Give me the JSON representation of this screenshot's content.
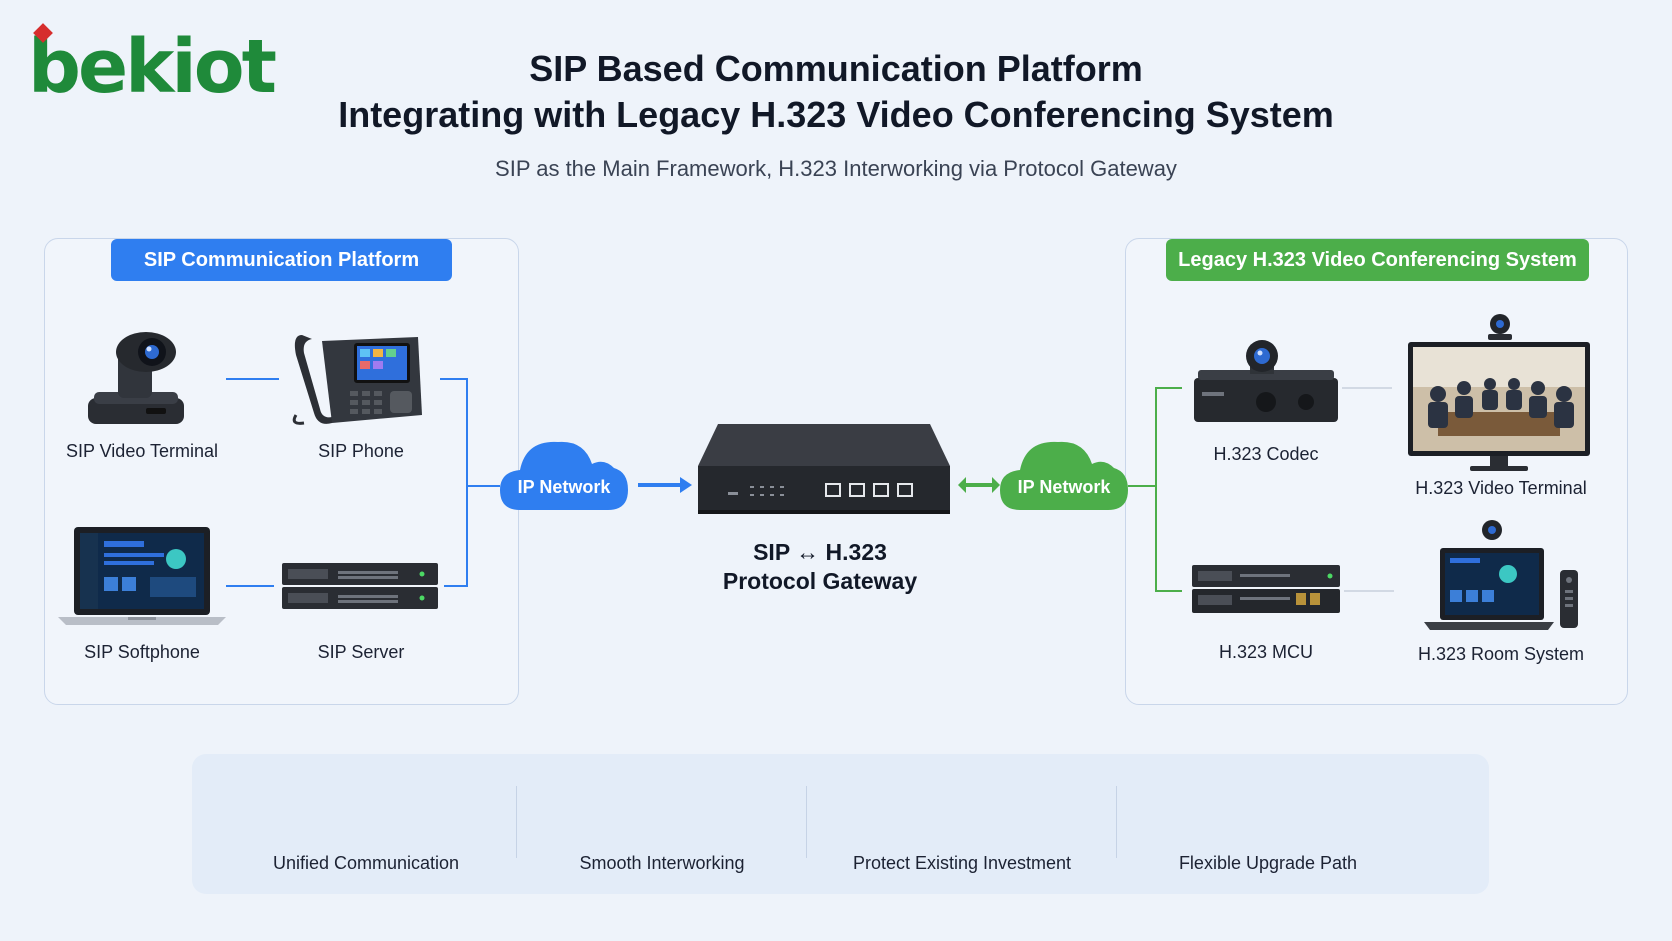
{
  "brand": {
    "logo_text": "bekiot"
  },
  "header": {
    "title_line1": "SIP Based Communication Platform",
    "title_line2": "Integrating with Legacy H.323 Video Conferencing System",
    "subtitle": "SIP as the Main Framework, H.323 Interworking via Protocol Gateway"
  },
  "sip_panel": {
    "title": "SIP Communication Platform",
    "accent_color": "#2f7ef0",
    "devices": [
      {
        "label": "SIP Video Terminal",
        "icon": "ptz-camera-icon"
      },
      {
        "label": "SIP Phone",
        "icon": "ip-phone-icon"
      },
      {
        "label": "SIP Softphone",
        "icon": "laptop-icon"
      },
      {
        "label": "SIP Server",
        "icon": "rack-server-icon"
      }
    ]
  },
  "network": {
    "left_cloud": "IP Network",
    "right_cloud": "IP Network",
    "left_color": "#2f7ef0",
    "right_color": "#4cae4a"
  },
  "gateway": {
    "line1": "SIP ↔ H.323",
    "line2": "Protocol Gateway"
  },
  "h323_panel": {
    "title": "Legacy H.323 Video Conferencing System",
    "accent_color": "#4cae4a",
    "devices": [
      {
        "label": "H.323 Codec",
        "icon": "codec-icon"
      },
      {
        "label": "H.323 Video Terminal",
        "icon": "display-terminal-icon"
      },
      {
        "label": "H.323 MCU",
        "icon": "mcu-icon"
      },
      {
        "label": "H.323 Room System",
        "icon": "room-system-icon"
      }
    ]
  },
  "features": [
    {
      "label": "Unified Communication",
      "icon": "nodes-icon"
    },
    {
      "label": "Smooth Interworking",
      "icon": "link-icon"
    },
    {
      "label": "Protect Existing Investment",
      "icon": "shield-check-icon"
    },
    {
      "label": "Flexible Upgrade Path",
      "icon": "growth-chart-icon"
    }
  ]
}
